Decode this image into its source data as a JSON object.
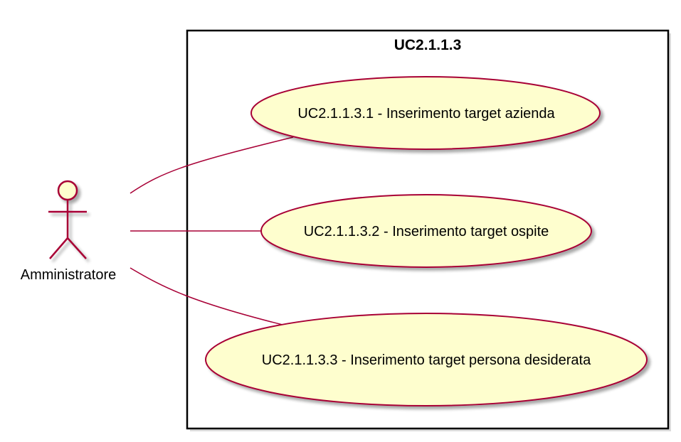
{
  "system": {
    "title": "UC2.1.1.3"
  },
  "actor": {
    "name": "Amministratore",
    "icon": "stick-figure-actor-icon"
  },
  "use_cases": [
    {
      "label": "UC2.1.1.3.1 - Inserimento target azienda"
    },
    {
      "label": "UC2.1.1.3.2 - Inserimento target ospite"
    },
    {
      "label": "UC2.1.1.3.3 - Inserimento target persona desiderata"
    }
  ],
  "colors": {
    "ellipse_fill": "#FEFECE",
    "stroke": "#A80036",
    "boundary_stroke": "#000000",
    "shadow": "#C0C0C0"
  }
}
